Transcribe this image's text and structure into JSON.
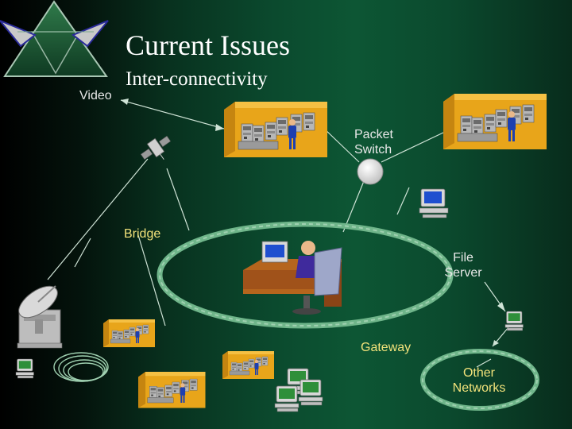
{
  "slide": {
    "title": "Current Issues",
    "subtitle": "Inter-connectivity"
  },
  "labels": {
    "video": "Video",
    "packet_switch": [
      "Packet",
      "Switch"
    ],
    "bridge": "Bridge",
    "file_server": [
      "File",
      "Server"
    ],
    "gateway": "Gateway",
    "other_networks": [
      "Other",
      "Networks"
    ]
  },
  "colors": {
    "background": "#0b4a2e",
    "ring": "#6fb58a",
    "label_yellow": "#f2e27a",
    "label_white": "#e8e8e8"
  },
  "icons": [
    "logo-triangle-icon",
    "satellite-icon",
    "satellite-dish-icon",
    "control-room-icon",
    "operator-desk-icon",
    "desktop-computer-icon",
    "packet-switch-node-icon",
    "cable-coil-icon"
  ]
}
